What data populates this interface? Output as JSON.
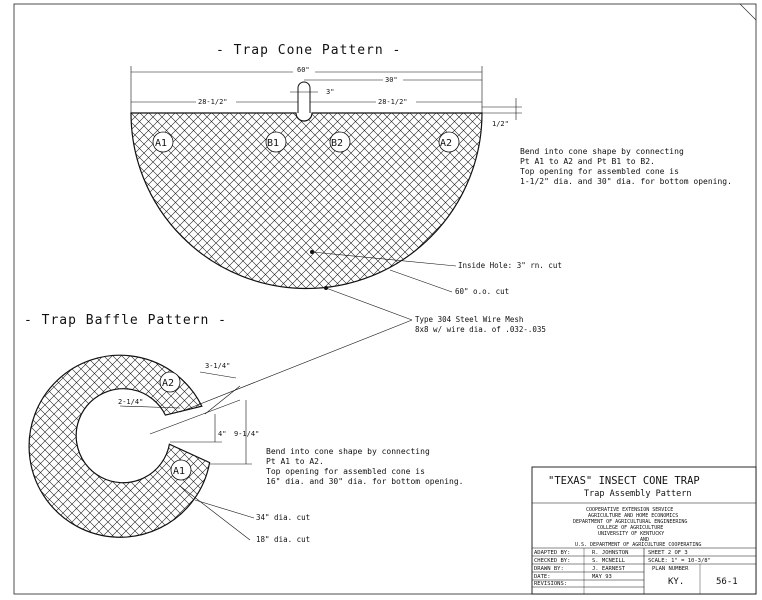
{
  "cone": {
    "title": "- Trap Cone Pattern -",
    "dim_60": "60\"",
    "dim_30": "30\"",
    "dim_3": "3\"",
    "dim_28_left": "28-1/2\"",
    "dim_28_right": "28-1/2\"",
    "dim_half": "1/2\"",
    "points": [
      "A1",
      "B1",
      "B2",
      "A2"
    ],
    "note": [
      "Bend into cone shape by connecting",
      "Pt A1 to A2 and Pt B1 to B2.",
      "Top opening for assembled cone is",
      "1-1/2\" dia. and 30\" dia. for bottom opening."
    ],
    "inside_hole": "Inside Hole: 3\" rn. cut",
    "outer_cut": "60\" o.o. cut",
    "mesh": [
      "Type 304 Steel Wire Mesh",
      "8x8 w/ wire dia. of .032-.035"
    ]
  },
  "baffle": {
    "title": "- Trap Baffle Pattern -",
    "dim_3_1_4": "3-1/4\"",
    "dim_2_1_4": "2-1/4\"",
    "dim_4": "4\"",
    "dim_9_1_4": "9-1/4\"",
    "points": [
      "A2",
      "A1"
    ],
    "note": [
      "Bend into cone shape by connecting",
      "Pt A1 to A2.",
      "Top opening for assembled cone is",
      "16\" dia. and 30\" dia. for bottom opening."
    ],
    "cut_34": "34\" dia. cut",
    "cut_18": "18\" dia. cut"
  },
  "titleblock": {
    "title": "\"TEXAS\" INSECT CONE TRAP",
    "subtitle": "Trap Assembly Pattern",
    "org": [
      "COOPERATIVE EXTENSION SERVICE",
      "AGRICULTURE AND HOME ECONOMICS",
      "DEPARTMENT OF AGRICULTURAL ENGINEERING",
      "COLLEGE OF AGRICULTURE",
      "UNIVERSITY OF KENTUCKY",
      "AND",
      "U.S. DEPARTMENT OF AGRICULTURE COOPERATING"
    ],
    "adapted_by": {
      "label": "ADAPTED BY:",
      "value": "R. JOHNSTON"
    },
    "checked_by": {
      "label": "CHECKED BY:",
      "value": "S. MCNEILL"
    },
    "drawn_by": {
      "label": "DRAWN BY:",
      "value": "J. EARNEST"
    },
    "date": {
      "label": "DATE:",
      "value": "MAY 93"
    },
    "revisions": {
      "label": "REVISIONS:",
      "value": ""
    },
    "sheet": "SHEET  2  OF  3",
    "scale": "SCALE: 1\" = 10-3/8\"",
    "plan_label": "PLAN NUMBER",
    "plan_state": "KY.",
    "plan_number": "56-1"
  }
}
